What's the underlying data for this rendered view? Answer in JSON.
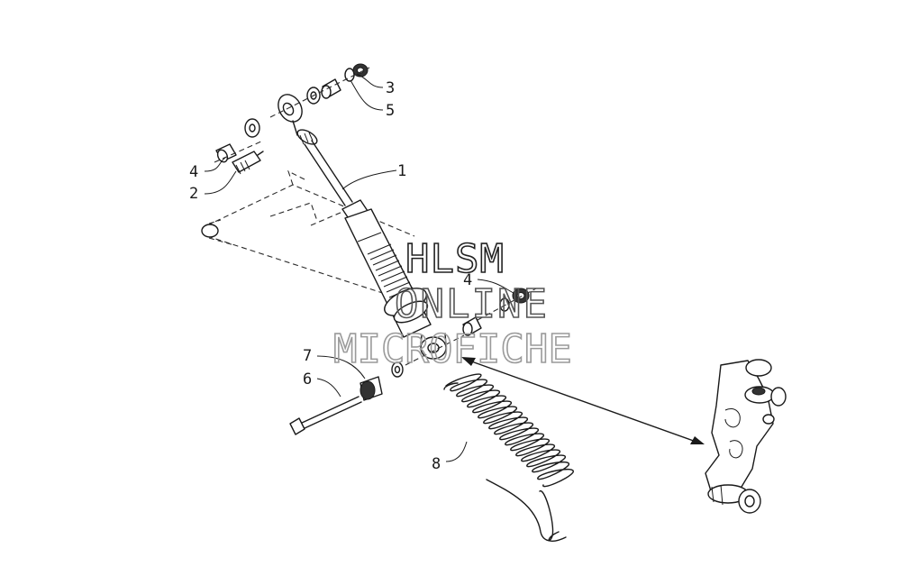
{
  "callouts": {
    "c1": "1",
    "c2": "2",
    "c3": "3",
    "c4a": "4",
    "c4b": "4",
    "c5": "5",
    "c6": "6",
    "c7": "7",
    "c8": "8"
  },
  "watermark": {
    "line1": "HLSM",
    "line2": "ONLINE",
    "line3": "MICROFICHE"
  }
}
